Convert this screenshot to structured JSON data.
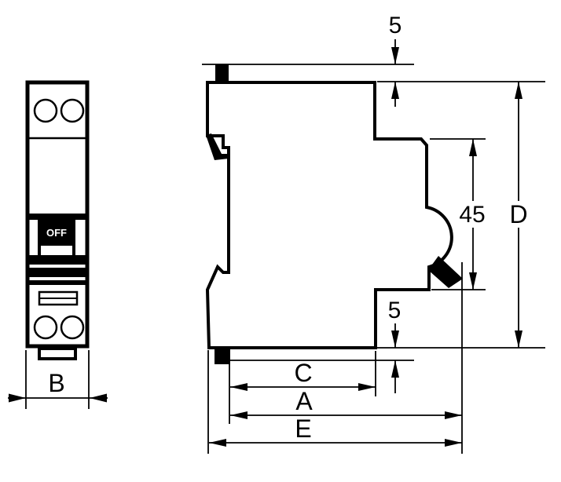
{
  "front_view": {
    "toggle_label": "OFF",
    "dimension_labels": {
      "width": "B"
    }
  },
  "side_view": {
    "dimension_labels": {
      "top_protrusion": "5",
      "front_section_height": "45",
      "overall_height": "D",
      "bottom_protrusion": "5",
      "base_depth": "C",
      "handle_depth": "A",
      "overall_depth": "E"
    }
  },
  "colors": {
    "line": "#000000",
    "background": "#ffffff",
    "toggle_fill": "#000000",
    "toggle_text": "#ffffff"
  }
}
